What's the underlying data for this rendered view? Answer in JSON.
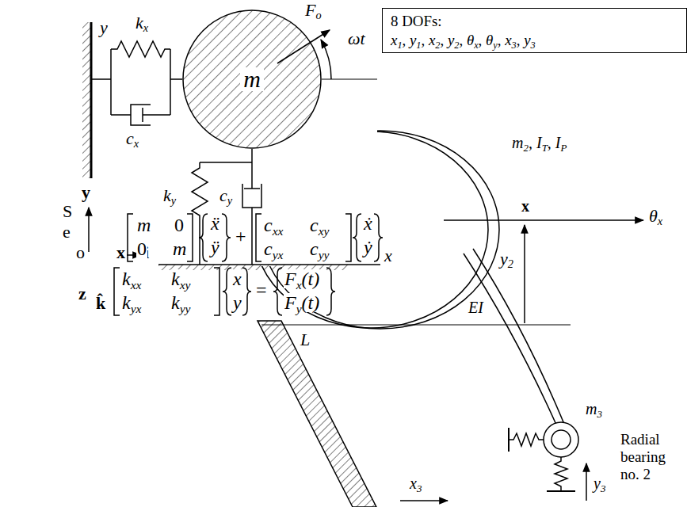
{
  "diagram": {
    "nodes": [
      {
        "text": [
          "m"
        ]
      },
      {
        "text": [
          "8 DOFs:",
          "x1, y1, x2, y2, θx, θy, x3, y3"
        ]
      }
    ],
    "labels": [
      "y",
      "kx",
      "Fo",
      "ωt",
      "cx",
      "ky",
      "cy",
      "x",
      "S",
      "e",
      "m2, IT, IP",
      "x",
      "θx",
      "y2",
      "EI",
      "y",
      "o",
      "x",
      "i",
      "L",
      "z",
      "k̂",
      "m3",
      "Radial bearing no. 2",
      "y3",
      "x3",
      "m",
      "0",
      "0",
      "m",
      "ẍ",
      "ÿ",
      "+",
      "cxx",
      "cxy",
      "cyx",
      "cyy",
      "ẋ",
      "ẏ",
      "kxx",
      "kxy",
      "kyx",
      "kyy",
      "x",
      "y",
      "=",
      "Fx(t)",
      "Fy(t)"
    ]
  }
}
